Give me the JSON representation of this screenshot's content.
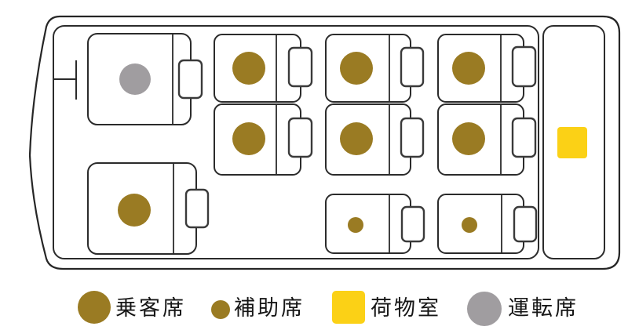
{
  "colors": {
    "passenger_seat": "#9A7B23",
    "auxiliary_seat": "#9A7B23",
    "luggage": "#FBD116",
    "driver_seat": "#A09DA0",
    "outline": "#262626",
    "label_text": "#161616",
    "background": "#ffffff"
  },
  "legend": {
    "items": [
      {
        "id": "passenger",
        "label": "乗客席",
        "swatch": "large-circle",
        "color": "#9A7B23"
      },
      {
        "id": "auxiliary",
        "label": "補助席",
        "swatch": "small-circle",
        "color": "#9A7B23"
      },
      {
        "id": "luggage",
        "label": "荷物室",
        "swatch": "square",
        "color": "#FBD116"
      },
      {
        "id": "driver",
        "label": "運転席",
        "swatch": "large-circle",
        "color": "#A09DA0"
      }
    ]
  },
  "seat_map": {
    "vehicle_front": "left",
    "counts": {
      "passenger": 7,
      "auxiliary": 2,
      "driver": 1,
      "luggage_room": 1
    },
    "seats": [
      {
        "name": "driver-seat",
        "type": "driver",
        "row": 1,
        "col": 1
      },
      {
        "name": "passenger-seat-row1-col2",
        "type": "passenger",
        "row": 1,
        "col": 2
      },
      {
        "name": "passenger-seat-row1-col3",
        "type": "passenger",
        "row": 1,
        "col": 3
      },
      {
        "name": "passenger-seat-row1-col4",
        "type": "passenger",
        "row": 1,
        "col": 4
      },
      {
        "name": "passenger-seat-row2-col2",
        "type": "passenger",
        "row": 2,
        "col": 2
      },
      {
        "name": "passenger-seat-row2-col3",
        "type": "passenger",
        "row": 2,
        "col": 3
      },
      {
        "name": "passenger-seat-row2-col4",
        "type": "passenger",
        "row": 2,
        "col": 4
      },
      {
        "name": "passenger-seat-row3-col1",
        "type": "passenger",
        "row": 3,
        "col": 1
      },
      {
        "name": "auxiliary-seat-row3-col3",
        "type": "auxiliary",
        "row": 3,
        "col": 3
      },
      {
        "name": "auxiliary-seat-row3-col4",
        "type": "auxiliary",
        "row": 3,
        "col": 4
      }
    ],
    "luggage_room": {
      "name": "luggage-room",
      "position": "rear-right"
    }
  }
}
